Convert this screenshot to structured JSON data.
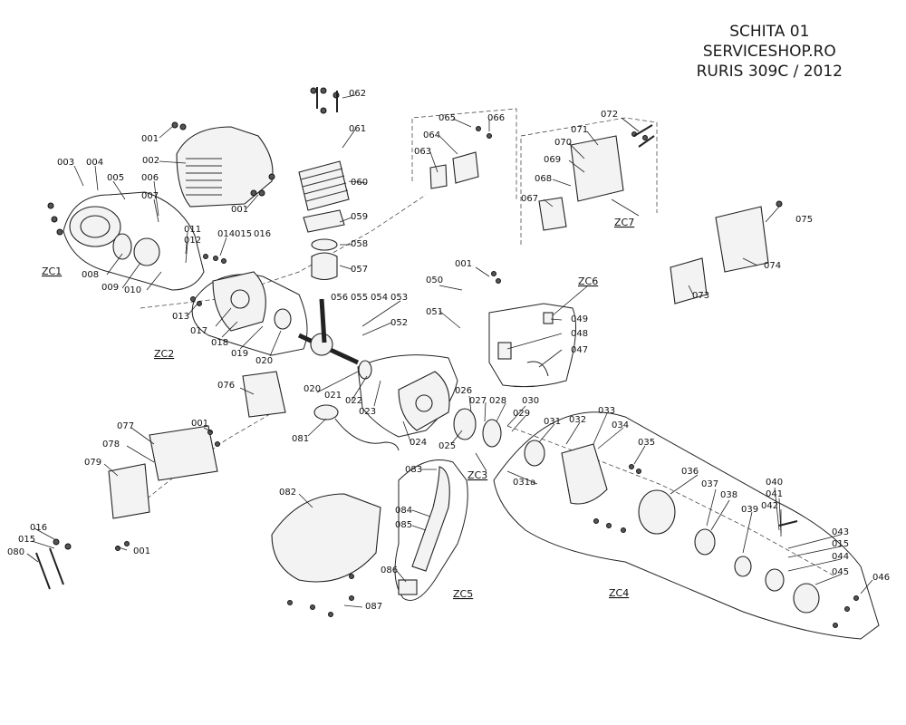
{
  "header": {
    "line1": "SCHITA 01",
    "line2": "SERVICESHOP.RO",
    "line3": "RURIS 309C / 2012"
  },
  "groups": {
    "zc1": "ZC1",
    "zc2": "ZC2",
    "zc3": "ZC3",
    "zc4": "ZC4",
    "zc5": "ZC5",
    "zc6": "ZC6",
    "zc7": "ZC7"
  },
  "parts": {
    "p001": "001",
    "p002": "002",
    "p003": "003",
    "p004": "004",
    "p005": "005",
    "p006": "006",
    "p007": "007",
    "p008": "008",
    "p009": "009",
    "p010": "010",
    "p011": "011",
    "p012": "012",
    "p013": "013",
    "p014": "014",
    "p015": "015",
    "p016": "016",
    "p017": "017",
    "p018": "018",
    "p019": "019",
    "p020": "020",
    "p021": "021",
    "p022": "022",
    "p023": "023",
    "p024": "024",
    "p025": "025",
    "p026": "026",
    "p027": "027",
    "p028": "028",
    "p029": "029",
    "p030": "030",
    "p031": "031",
    "p031a": "031a",
    "p032": "032",
    "p033": "033",
    "p034": "034",
    "p035": "035",
    "p036": "036",
    "p037": "037",
    "p038": "038",
    "p039": "039",
    "p040": "040",
    "p041": "041",
    "p042": "042",
    "p043": "043",
    "p044": "044",
    "p045": "045",
    "p046": "046",
    "p047": "047",
    "p048": "048",
    "p049": "049",
    "p050": "050",
    "p051": "051",
    "p052": "052",
    "p053": "053",
    "p054": "054",
    "p055": "055",
    "p056": "056",
    "p057": "057",
    "p058": "058",
    "p059": "059",
    "p060": "060",
    "p061": "061",
    "p062": "062",
    "p063": "063",
    "p064": "064",
    "p065": "065",
    "p066": "066",
    "p067": "067",
    "p068": "068",
    "p069": "069",
    "p070": "070",
    "p071": "071",
    "p072": "072",
    "p073": "073",
    "p074": "074",
    "p075": "075",
    "p076": "076",
    "p077": "077",
    "p078": "078",
    "p079": "079",
    "p080": "080",
    "p081": "081",
    "p082": "082",
    "p083": "083",
    "p084": "084",
    "p085": "085",
    "p086": "086",
    "p087": "087"
  }
}
